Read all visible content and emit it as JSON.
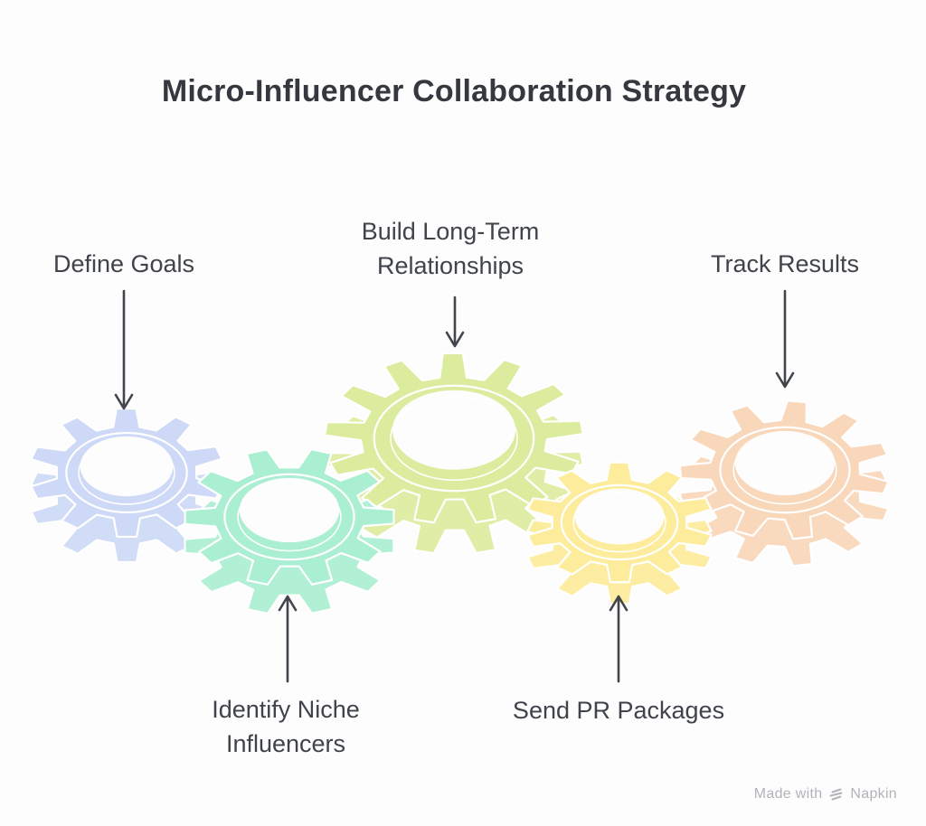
{
  "title": {
    "text": "Micro-Influencer Collaboration Strategy",
    "color": "#35393f"
  },
  "diagram": {
    "arrow_color": "#42464c",
    "label_color": "#3f434a",
    "steps": [
      {
        "id": "define-goals",
        "label": "Define Goals",
        "gear_color": "#cdd9f6",
        "label_position": "top",
        "arrow_direction": "down"
      },
      {
        "id": "identify-niche-influencers",
        "label": "Identify Niche Influencers",
        "gear_color": "#aaefd1",
        "label_position": "bottom",
        "arrow_direction": "up"
      },
      {
        "id": "build-long-term-relationships",
        "label": "Build Long-Term Relationships",
        "gear_color": "#dcec9e",
        "label_position": "top",
        "arrow_direction": "down"
      },
      {
        "id": "send-pr-packages",
        "label": "Send PR Packages",
        "gear_color": "#fdec9b",
        "label_position": "bottom",
        "arrow_direction": "up"
      },
      {
        "id": "track-results",
        "label": "Track Results",
        "gear_color": "#f9d7ba",
        "label_position": "top",
        "arrow_direction": "down"
      }
    ]
  },
  "watermark": {
    "text_prefix": "Made with",
    "brand": "Napkin",
    "color": "#b4b2b8"
  }
}
